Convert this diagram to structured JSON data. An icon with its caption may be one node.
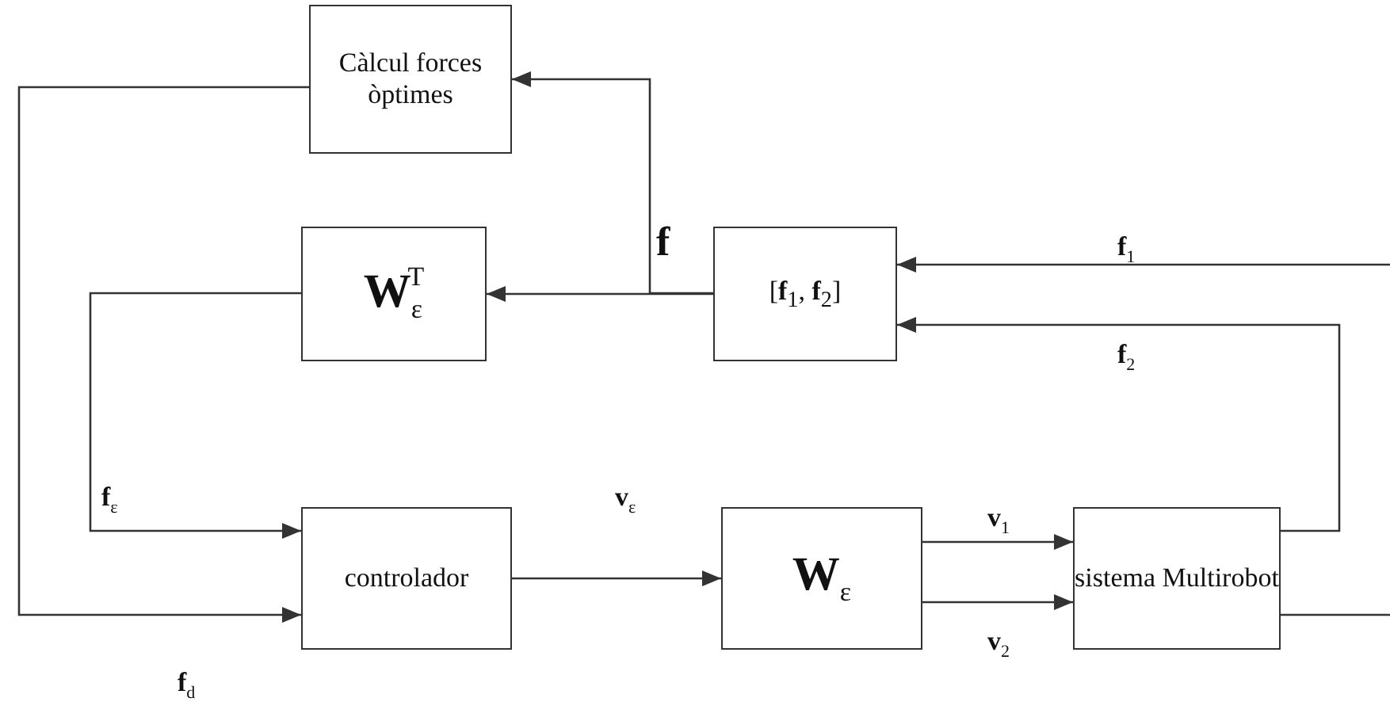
{
  "diagram": {
    "nodes": [
      {
        "text": [
          "Càlcul forces òptimes"
        ]
      },
      {
        "text": [
          "W$_{ε}$$^{T}$"
        ]
      },
      {
        "text": [
          "[**f**$_{1}$, **f**$_{2}$]"
        ]
      },
      {
        "text": [
          "controlador"
        ]
      },
      {
        "text": [
          "W$_{ε}$"
        ]
      },
      {
        "text": [
          "sistema Multirobot"
        ]
      }
    ],
    "edges": [
      {
        "from": null,
        "to": 2,
        "arrow": "to",
        "label": "f$_{1}$"
      },
      {
        "from": 5,
        "to": 2,
        "arrow": "to",
        "label": "f$_{2}$"
      },
      {
        "from": 5,
        "to": null,
        "arrow": "none"
      },
      {
        "from": 2,
        "to": 1,
        "arrow": "to",
        "label": "f"
      },
      {
        "from": 2,
        "to": 0,
        "arrow": "to"
      },
      {
        "from": 1,
        "to": 3,
        "arrow": "to",
        "label": "f$_{ε}$"
      },
      {
        "from": 0,
        "to": 3,
        "arrow": "to",
        "label": "f$_{d}$"
      },
      {
        "from": 3,
        "to": 4,
        "arrow": "to",
        "label": "v$_{ε}$"
      },
      {
        "from": 4,
        "to": 5,
        "arrow": "to",
        "label": "v$_{1}$"
      },
      {
        "from": 4,
        "to": 5,
        "arrow": "to",
        "label": "v$_{2}$"
      }
    ]
  }
}
